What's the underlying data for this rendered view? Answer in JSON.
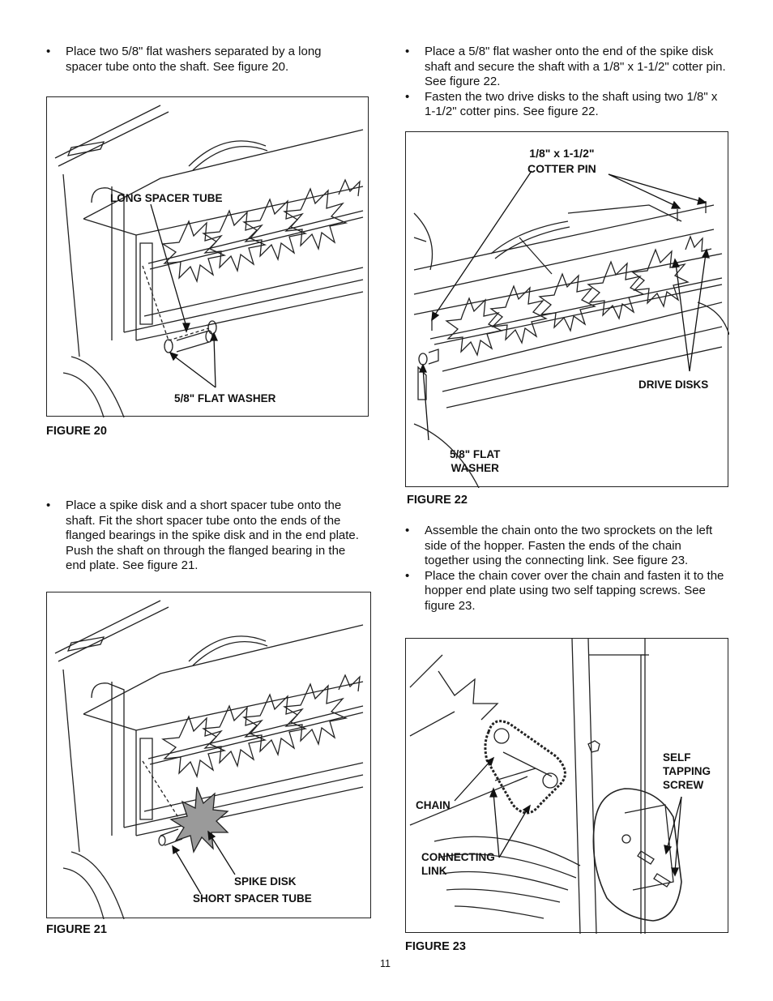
{
  "page_number": "11",
  "left_column": {
    "para1": [
      "Place two 5/8\" flat washers separated by a long spacer tube onto the shaft. See figure 20."
    ],
    "para2": [
      "Place a spike disk and a short spacer tube onto the shaft. Fit the short spacer tube onto the ends of the flanged bearings in the spike disk and in the end plate. Push the shaft on through the flanged bearing in the end plate. See figure 21."
    ]
  },
  "right_column": {
    "para1": [
      "Place a 5/8\" flat washer onto the end of the spike disk shaft and secure the shaft with a 1/8\" x 1-1/2\" cotter pin. See figure 22.",
      "Fasten the two drive disks to the shaft using two 1/8\" x 1-1/2\" cotter pins. See figure 22."
    ],
    "para2": [
      "Assemble the chain onto the two sprockets on the left side of the hopper. Fasten the ends of the chain together using the connecting link. See figure 23.",
      "Place the chain cover over the chain and fasten it to the hopper end plate using two self tapping screws. See figure 23."
    ]
  },
  "figure20": {
    "caption": "FIGURE 20",
    "labels": {
      "long_spacer_tube": "LONG SPACER TUBE",
      "flat_washer": "5/8\" FLAT WASHER"
    }
  },
  "figure21": {
    "caption": "FIGURE 21",
    "labels": {
      "spike_disk": "SPIKE DISK",
      "short_spacer_tube": "SHORT SPACER TUBE"
    }
  },
  "figure22": {
    "caption": "FIGURE 22",
    "labels": {
      "cotter_pin_line1": "1/8\" x 1-1/2\"",
      "cotter_pin_line2": "COTTER PIN",
      "drive_disks": "DRIVE DISKS",
      "flat_washer_line1": "5/8\" FLAT",
      "flat_washer_line2": "WASHER"
    }
  },
  "figure23": {
    "caption": "FIGURE 23",
    "labels": {
      "chain": "CHAIN",
      "connecting_link_line1": "CONNECTING",
      "connecting_link_line2": "LINK",
      "self_tapping_line1": "SELF",
      "self_tapping_line2": "TAPPING",
      "self_tapping_line3": "SCREW"
    }
  }
}
